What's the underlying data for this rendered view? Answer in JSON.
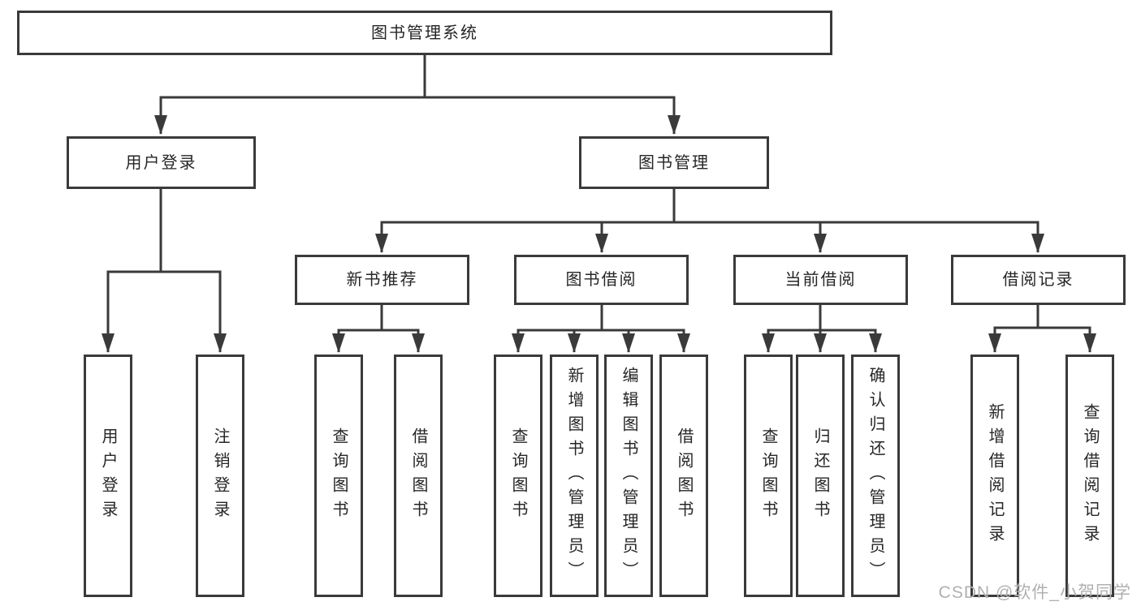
{
  "tree": {
    "label": "图书管理系统",
    "children": [
      {
        "label": "用户登录",
        "children": [
          {
            "label": "用户登录"
          },
          {
            "label": "注销登录"
          }
        ]
      },
      {
        "label": "图书管理",
        "children": [
          {
            "label": "新书推荐",
            "children": [
              {
                "label": "查询图书"
              },
              {
                "label": "借阅图书"
              }
            ]
          },
          {
            "label": "图书借阅",
            "children": [
              {
                "label": "查询图书"
              },
              {
                "label": "新增图书（管理员）"
              },
              {
                "label": "编辑图书（管理员）"
              },
              {
                "label": "借阅图书"
              }
            ]
          },
          {
            "label": "当前借阅",
            "children": [
              {
                "label": "查询图书"
              },
              {
                "label": "归还图书"
              },
              {
                "label": "确认归还（管理员）"
              }
            ]
          },
          {
            "label": "借阅记录",
            "children": [
              {
                "label": "新增借阅记录"
              },
              {
                "label": "查询借阅记录"
              }
            ]
          }
        ]
      }
    ]
  },
  "watermark": {
    "text": "CSDN @软件_小贺同学"
  },
  "colors": {
    "line": "#3a3a3a",
    "text": "#262626",
    "background": "#ffffff",
    "watermark": "#b0b0b0"
  }
}
